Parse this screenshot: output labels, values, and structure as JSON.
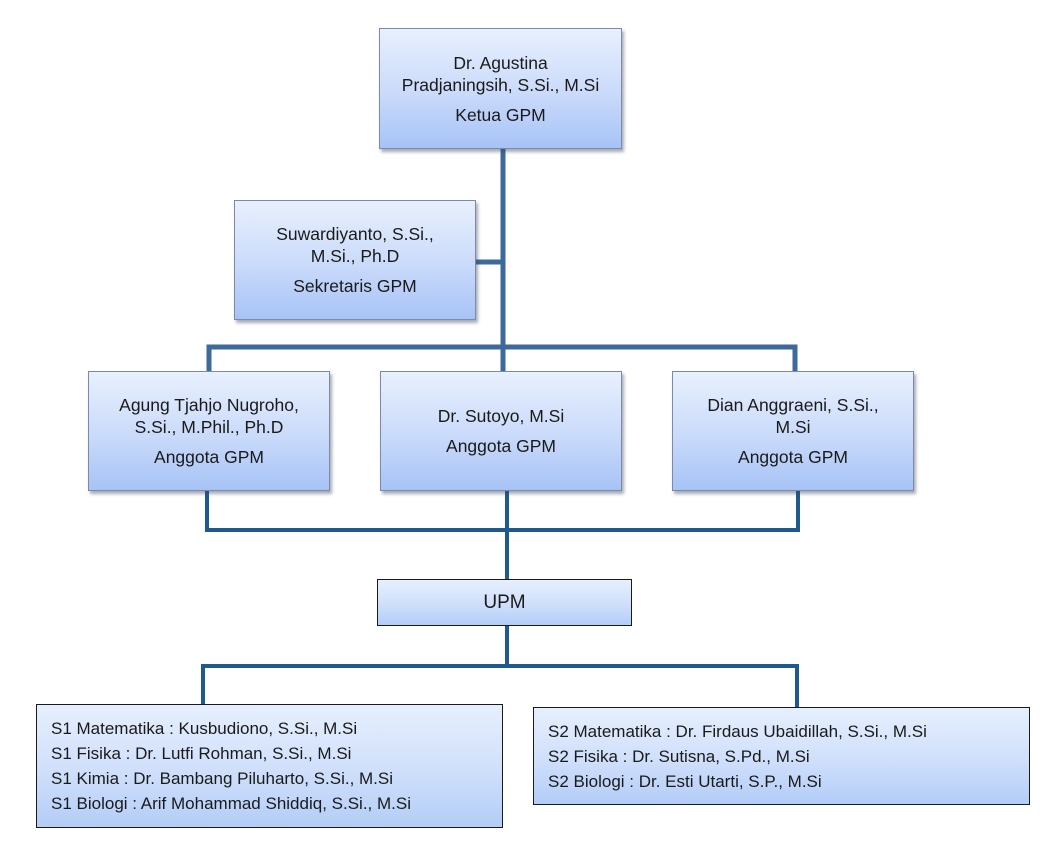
{
  "colors": {
    "connector_upper": "#3d6a9a",
    "connector_lower": "#1e5a8e",
    "box_top": "#e8f0fd",
    "box_bottom": "#a7c3f6"
  },
  "chair": {
    "name_line1": "Dr. Agustina",
    "name_line2": "Pradjaningsih, S.Si., M.Si",
    "role": "Ketua GPM"
  },
  "secretary": {
    "name_line1": "Suwardiyanto, S.Si.,",
    "name_line2": "M.Si., Ph.D",
    "role": "Sekretaris GPM"
  },
  "members": [
    {
      "name_line1": "Agung Tjahjo Nugroho,",
      "name_line2": "S.Si., M.Phil., Ph.D",
      "role": "Anggota GPM"
    },
    {
      "name_line1": "Dr. Sutoyo, M.Si",
      "name_line2": "",
      "role": "Anggota GPM"
    },
    {
      "name_line1": "Dian Anggraeni, S.Si.,",
      "name_line2": "M.Si",
      "role": "Anggota GPM"
    }
  ],
  "upm": {
    "label": "UPM"
  },
  "s1_programs": [
    "S1 Matematika : Kusbudiono, S.Si., M.Si",
    "S1 Fisika : Dr. Lutfi Rohman, S.Si., M.Si",
    "S1 Kimia : Dr. Bambang Piluharto, S.Si., M.Si",
    "S1 Biologi : Arif Mohammad Shiddiq, S.Si., M.Si"
  ],
  "s2_programs": [
    "S2 Matematika : Dr. Firdaus Ubaidillah, S.Si., M.Si",
    "S2 Fisika : Dr. Sutisna, S.Pd., M.Si",
    "S2 Biologi : Dr. Esti Utarti, S.P., M.Si"
  ]
}
